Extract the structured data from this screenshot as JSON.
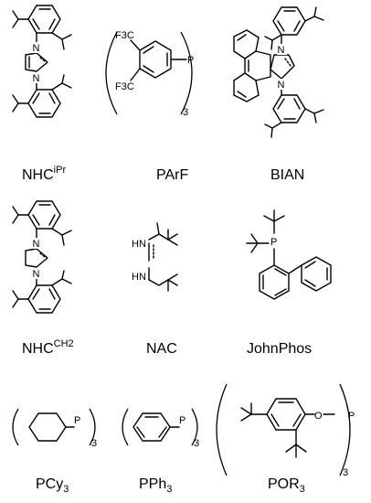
{
  "ligands": [
    {
      "id": "nhc-ipr",
      "label_main": "NHC",
      "label_sup": "iPr",
      "atoms": [
        "N",
        "N"
      ]
    },
    {
      "id": "parf",
      "label_main": "PArF",
      "atoms": [
        "F3C",
        "F3C",
        "P"
      ],
      "subscript": "3"
    },
    {
      "id": "bian",
      "label_main": "BIAN",
      "atoms": [
        "N",
        "N"
      ]
    },
    {
      "id": "nhc-ch2",
      "label_main": "NHC",
      "label_sup": "CH2",
      "atoms": [
        "N",
        "N"
      ]
    },
    {
      "id": "nac",
      "label_main": "NAC",
      "atoms": [
        "HN",
        "HN"
      ]
    },
    {
      "id": "johnphos",
      "label_main": "JohnPhos",
      "atoms": [
        "P"
      ]
    },
    {
      "id": "pcy3",
      "label_main": "PCy",
      "label_sub": "3",
      "atoms": [
        "P"
      ],
      "subscript": "3"
    },
    {
      "id": "pph3",
      "label_main": "PPh",
      "label_sub": "3",
      "atoms": [
        "P"
      ],
      "subscript": "3"
    },
    {
      "id": "por3",
      "label_main": "POR",
      "label_sub": "3",
      "atoms": [
        "O",
        "P"
      ],
      "subscript": "3"
    }
  ]
}
